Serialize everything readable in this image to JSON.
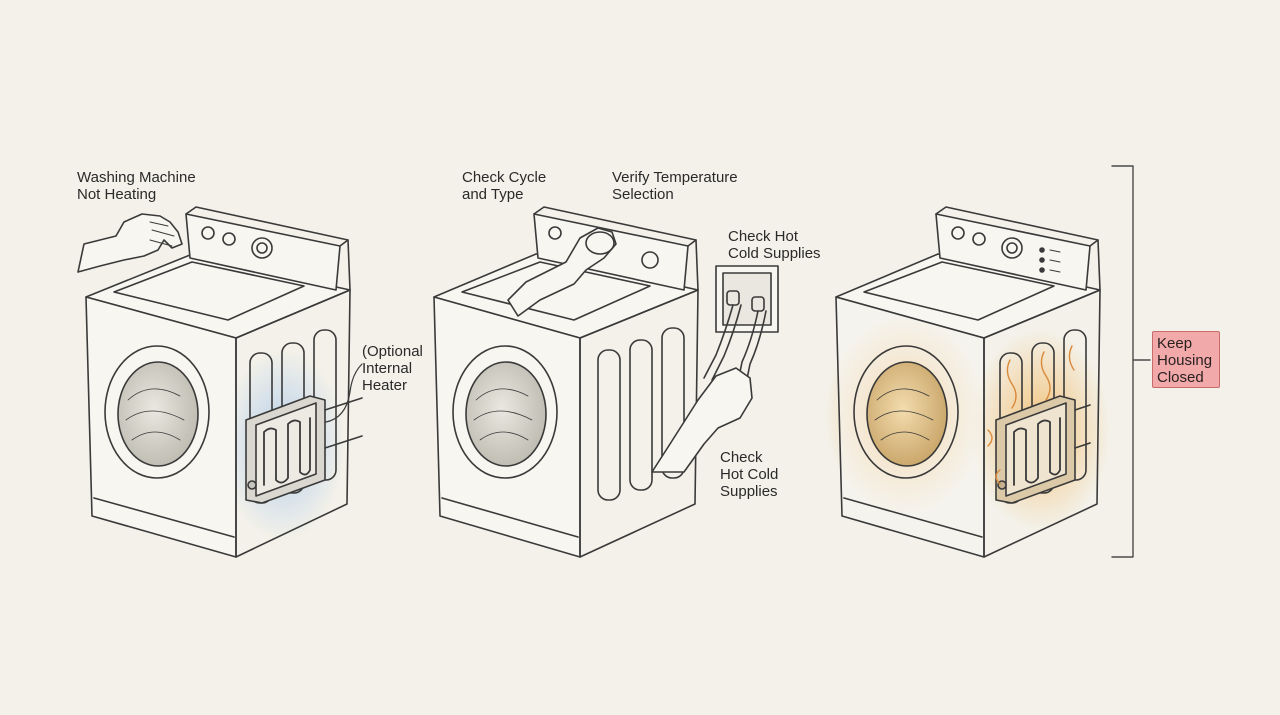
{
  "labels": {
    "machine_not_heating": [
      "Washing Machine",
      "Not Heating"
    ],
    "optional_heater": [
      "(Optional",
      "Internal",
      "Heater"
    ],
    "check_cycle": [
      "Check Cycle",
      "and Type"
    ],
    "verify_temperature": [
      "Verify Temperature",
      "Selection"
    ],
    "check_hot_cold_top": [
      "Check Hot",
      "Cold Supplies"
    ],
    "check_hot_cold_bottom": [
      "Check",
      "Hot Cold",
      "Supplies"
    ],
    "keep_housing_closed": [
      "Keep",
      "Housing",
      "Closed"
    ]
  },
  "colors": {
    "background": "#f3f1e9",
    "line": "#3a3a3a",
    "cold_glow": "#a8c8ec",
    "warm_glow": "#f2b65e",
    "warning_fill": "#f1a9a9",
    "warning_border": "#c96b6b"
  },
  "icons": [
    "hand-icon",
    "heater-element-icon",
    "water-valve-icon",
    "heat-wave-icon",
    "bracket-icon"
  ]
}
